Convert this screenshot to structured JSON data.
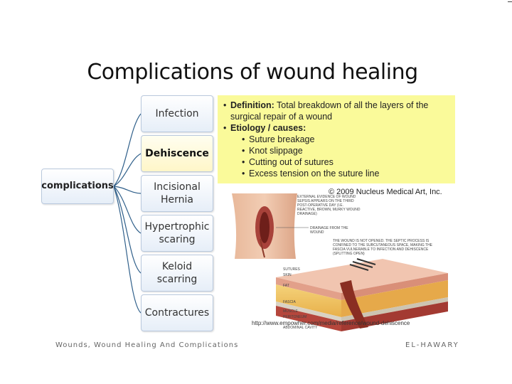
{
  "slide": {
    "title": "Complications of wound healing"
  },
  "diagram": {
    "root": "complications",
    "branches": [
      "Infection",
      "Dehiscence",
      "Incisional Hernia",
      "Hypertrophic scaring",
      "Keloid scarring",
      "Contractures"
    ],
    "active_branch": "Dehiscence"
  },
  "info": {
    "definition_label": "Definition:",
    "definition_text": " Total breakdown of all the layers of the surgical repair of a wound",
    "etiology_label": "Etiology / causes:",
    "causes": [
      "Suture breakage",
      "Knot slippage",
      "Cutting out of sutures",
      "Excess tension on the suture line"
    ]
  },
  "figure": {
    "copyright": "© 2009 Nucleus Medical Art, Inc.",
    "source_url": "http://www.empowher.com/media/reference/wound-dehiscence",
    "illustration_labels": {
      "external": "External evidence of wound sepsis appears on the third post-operative day (i.e. reactive, brown, murky wound drainage)",
      "drainage": "Drainage from the wound",
      "not_opened": "The wound is not opened. The septic process is confined to the subcutaneous space, making the fascia vulnerable to infection and dehiscence (splitting open)",
      "sutures": "Sutures",
      "skin": "Skin",
      "fat": "Fat",
      "fascia": "Fascia",
      "muscle": "Muscle",
      "peritoneum": "Peritoneum",
      "abdominal_cavity": "Abdominal cavity"
    }
  },
  "footer": {
    "left": "Wounds, Wound Healing And Complications",
    "right": "EL-HAWARY"
  },
  "colors": {
    "node_border": "#b9c9dd",
    "connector": "#2f5f8a",
    "highlight": "#fafa9a"
  }
}
